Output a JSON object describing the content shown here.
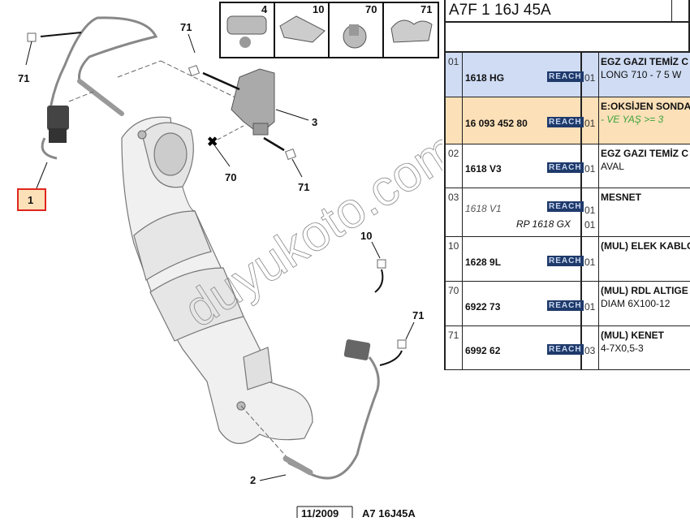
{
  "diagram": {
    "callouts": [
      "71",
      "71",
      "1",
      "3",
      "70",
      "71",
      "10",
      "71",
      "2"
    ],
    "thumbnails": [
      "4",
      "10",
      "70",
      "71"
    ],
    "footer_date": "11/2009",
    "footer_code": "A7 16J45A",
    "watermark": "duyukoto.com",
    "selected_callout_color": "#e0261f",
    "selected_fill": "#fbe0b8"
  },
  "table": {
    "header": "A7F 1 16J 45A",
    "header_bold": "16J",
    "reach_label": "REACH",
    "rows": [
      {
        "item": "01",
        "ref": "1618 HG",
        "qty": "01",
        "desc": "EGZ GAZI TEMİZ C",
        "desc2": "LONG 710 - 7 5 W",
        "bg": "#cfdcf4"
      },
      {
        "item": "",
        "ref": "16 093 452 80",
        "qty": "01",
        "desc": "E:OKSİJEN SONDA",
        "desc2": "- VE YAŞ >= 3",
        "bg": "#fbe0b8"
      },
      {
        "item": "02",
        "ref": "1618 V3",
        "qty": "01",
        "desc": "EGZ GAZI TEMİZ C",
        "desc2": "AVAL",
        "bg": "#ffffff"
      },
      {
        "item": "03",
        "ref": "1618 V1",
        "ref2": "RP 1618 GX",
        "qty": "01",
        "qty2": "01",
        "desc": "MESNET",
        "desc2": "",
        "bg": "#ffffff"
      },
      {
        "item": "10",
        "ref": "1628 9L",
        "qty": "01",
        "desc": "(MUL) ELEK KABLO",
        "desc2": "",
        "bg": "#ffffff"
      },
      {
        "item": "70",
        "ref": "6922 73",
        "qty": "01",
        "desc": "(MUL) RDL ALTIGE",
        "desc2": "DIAM 6X100-12",
        "bg": "#ffffff"
      },
      {
        "item": "71",
        "ref": "6992 62",
        "qty": "03",
        "desc": "(MUL) KENET",
        "desc2": "4-7X0,5-3",
        "bg": "#ffffff"
      }
    ]
  }
}
